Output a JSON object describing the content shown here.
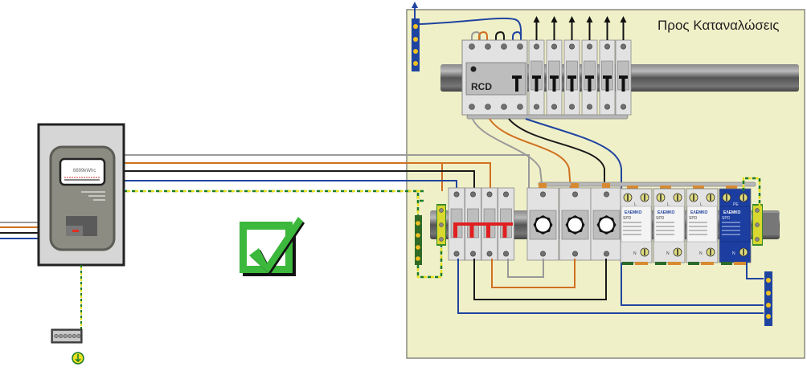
{
  "diagram": {
    "panel_label": "Προς Καταναλώσεις",
    "rcd_label": "RCD",
    "meter_display": "8899kWhc",
    "spd_brand": "ΕΛΕΜΚΟ",
    "spd_type": "SPD",
    "spd_terminals": {
      "line": "L",
      "neutral": "N",
      "pe": "PE"
    },
    "spd_modules": [
      "L",
      "L",
      "L",
      "PE"
    ],
    "mcb_outputs": 6,
    "status_icon": "green-checkmark-icon",
    "ground_icon": "earth-ground-icon",
    "colors": {
      "panel_bg": "#f0f0c8",
      "wire_grey": "#9a9a9a",
      "wire_orange": "#d07020",
      "wire_black": "#1a1a1a",
      "wire_blue": "#1f44a0",
      "ground_green": "#1a7a2a",
      "ground_yellow": "#e6e020",
      "check_green": "#3cb83c",
      "spd_blue": "#1c3ea0"
    }
  }
}
